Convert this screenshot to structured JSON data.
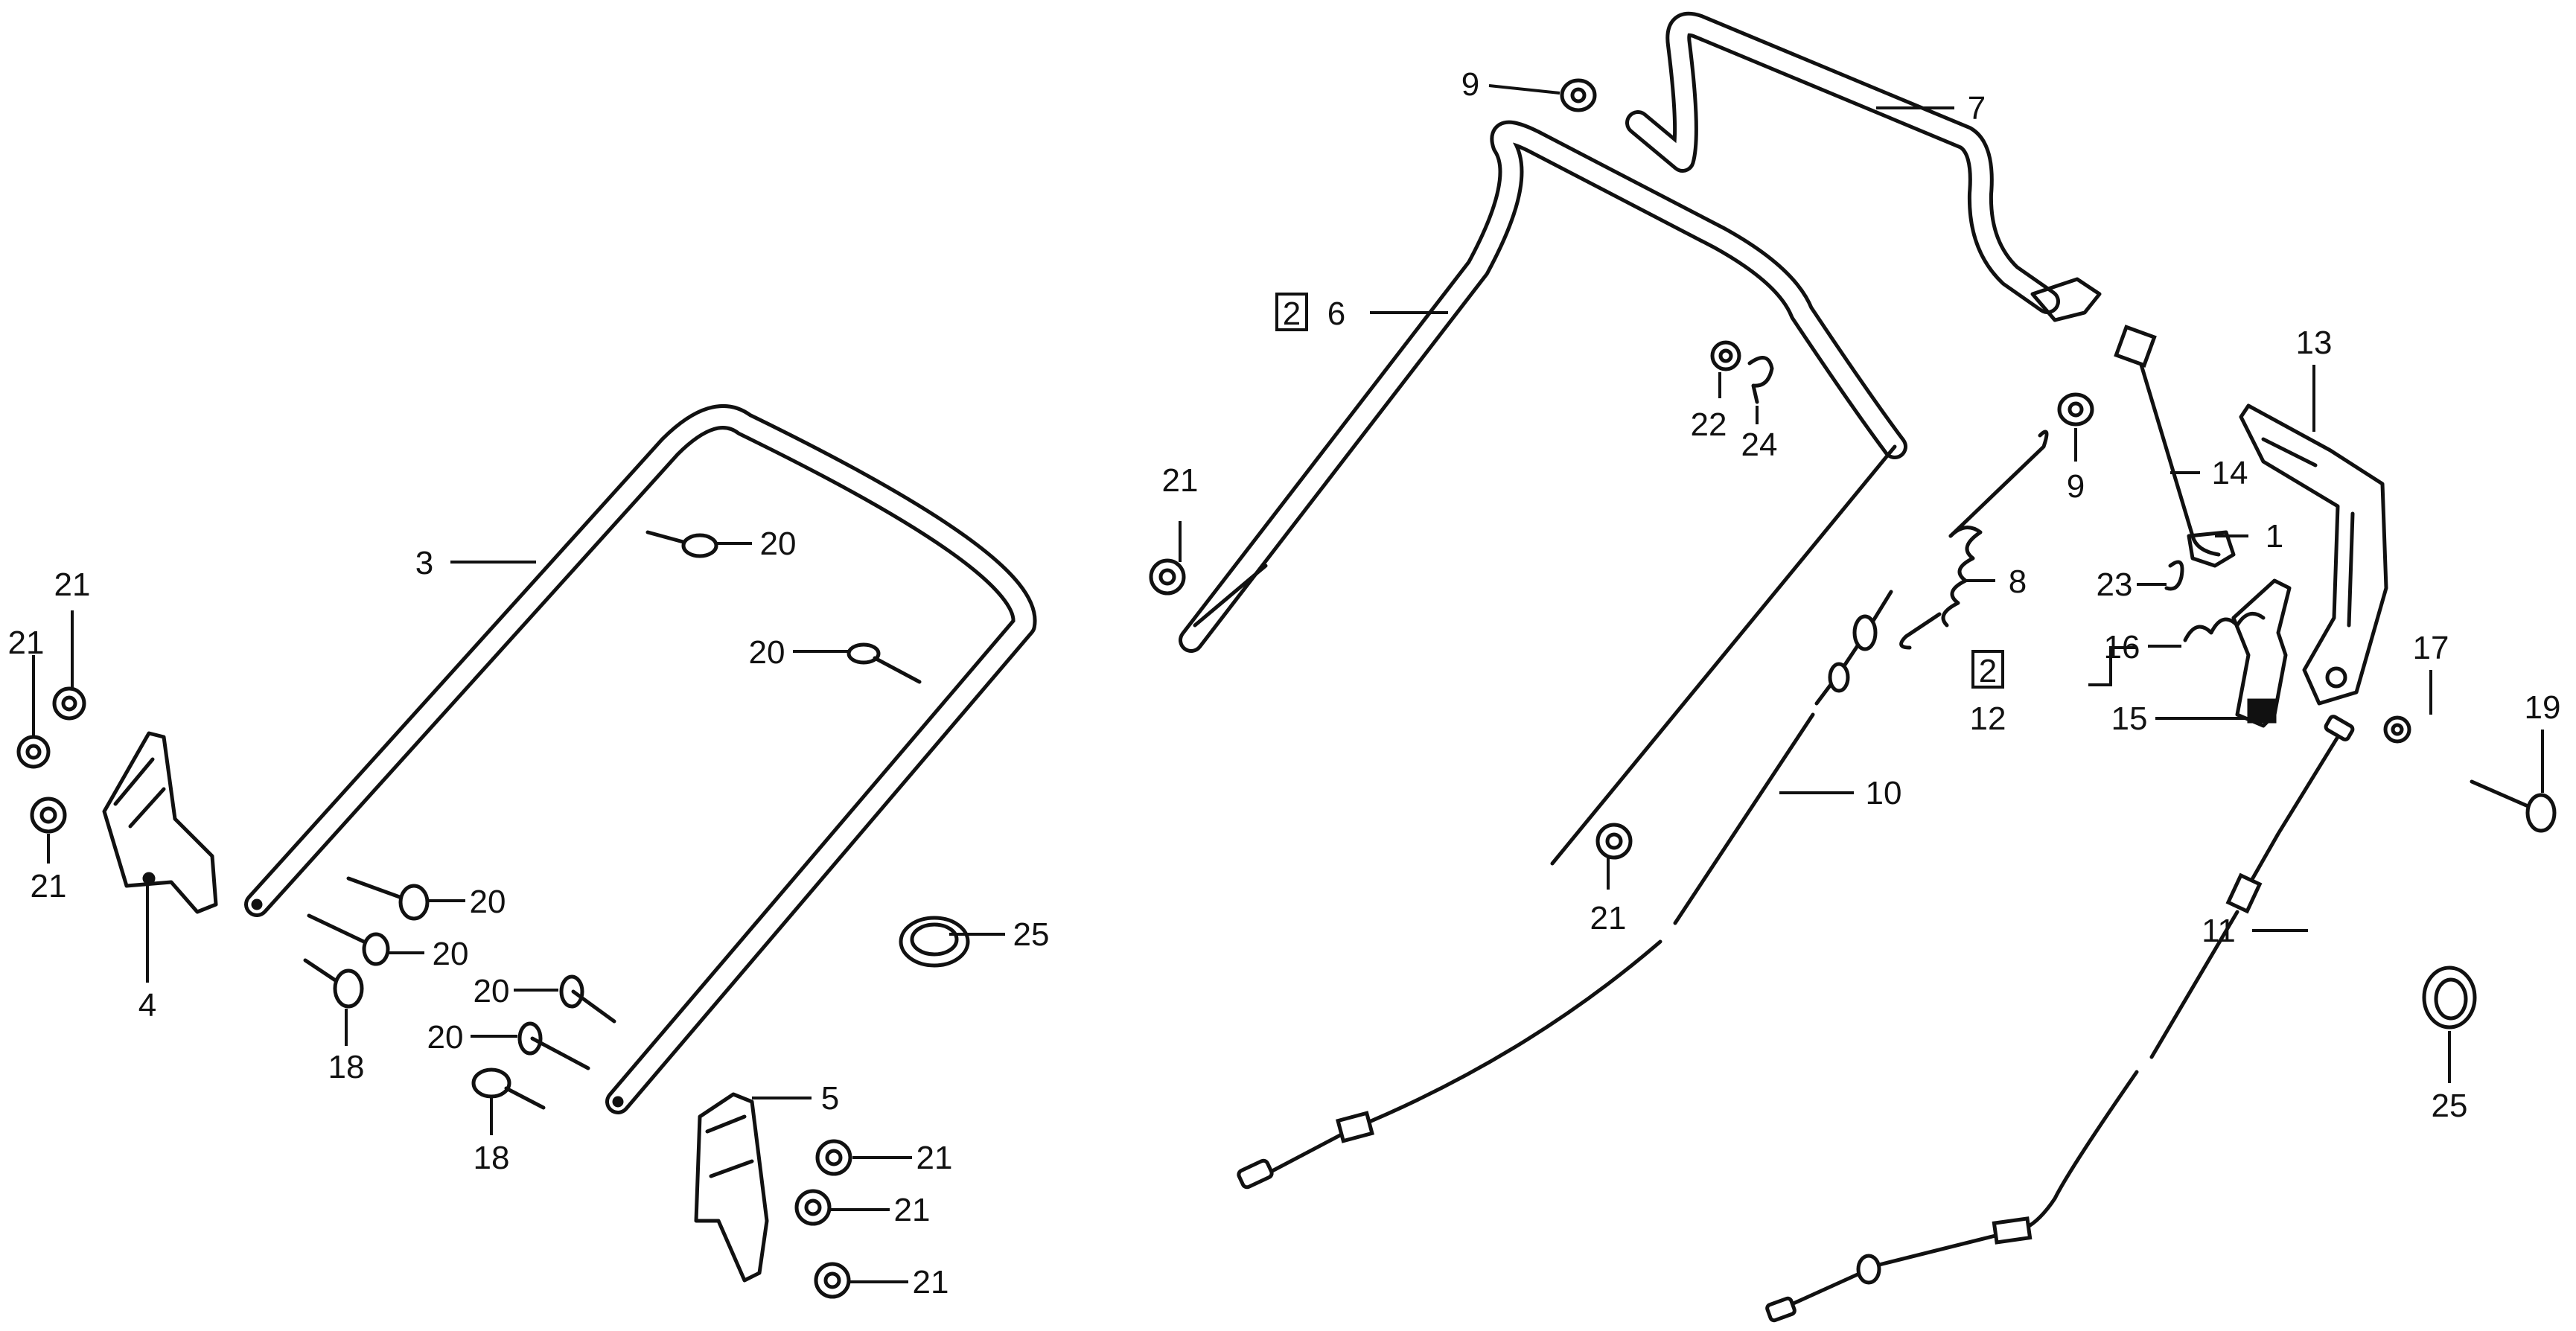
{
  "callouts": {
    "n1": "1",
    "n3": "3",
    "n4": "4",
    "n5": "5",
    "n6": "6",
    "n7": "7",
    "n8": "8",
    "n9a": "9",
    "n9b": "9",
    "n10": "10",
    "n11": "11",
    "n12": "12",
    "n13": "13",
    "n14": "14",
    "n15": "15",
    "n16": "16",
    "n17": "17",
    "n18a": "18",
    "n18b": "18",
    "n19": "19",
    "n20a": "20",
    "n20b": "20",
    "n20c": "20",
    "n20d": "20",
    "n20e": "20",
    "n20f": "20",
    "n21a": "21",
    "n21b": "21",
    "n21c": "21",
    "n21d": "21",
    "n21e": "21",
    "n21f": "21",
    "n21g": "21",
    "n21h": "21",
    "n22": "22",
    "n23": "23",
    "n24": "24",
    "n25a": "25",
    "n25b": "25"
  },
  "box_marks": {
    "b6": "2",
    "b12": "2"
  }
}
